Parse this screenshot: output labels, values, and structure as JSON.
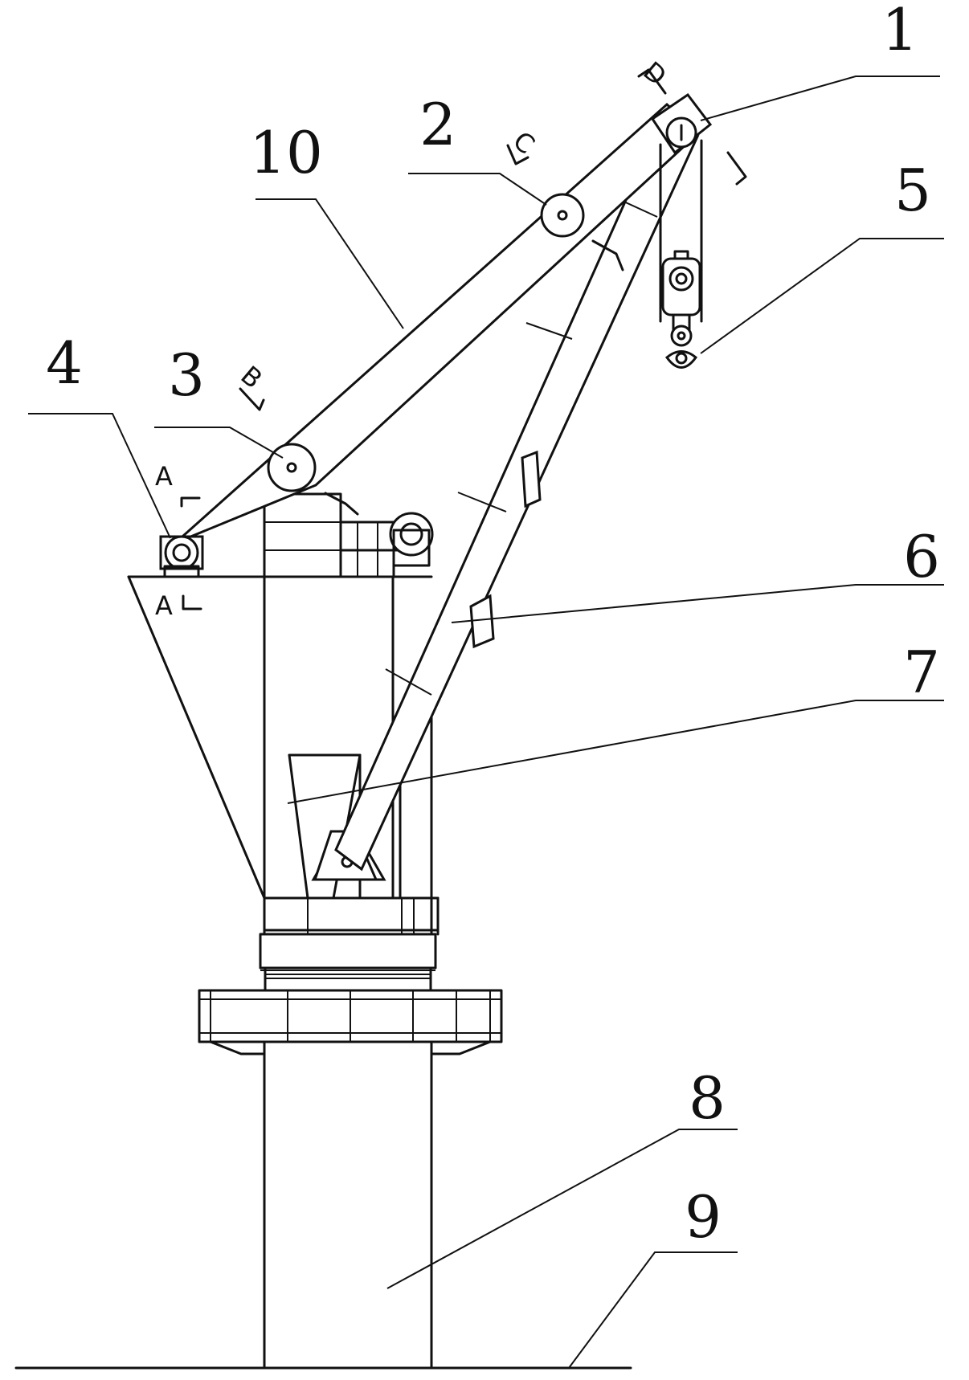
{
  "labels": {
    "n1": "1",
    "n2": "2",
    "n3": "3",
    "n4": "4",
    "n5": "5",
    "n6": "6",
    "n7": "7",
    "n8": "8",
    "n9": "9",
    "n10": "10"
  },
  "section_marks": {
    "a_top": "A",
    "a_bottom": "A",
    "b": "B",
    "c": "C",
    "d": "D"
  }
}
